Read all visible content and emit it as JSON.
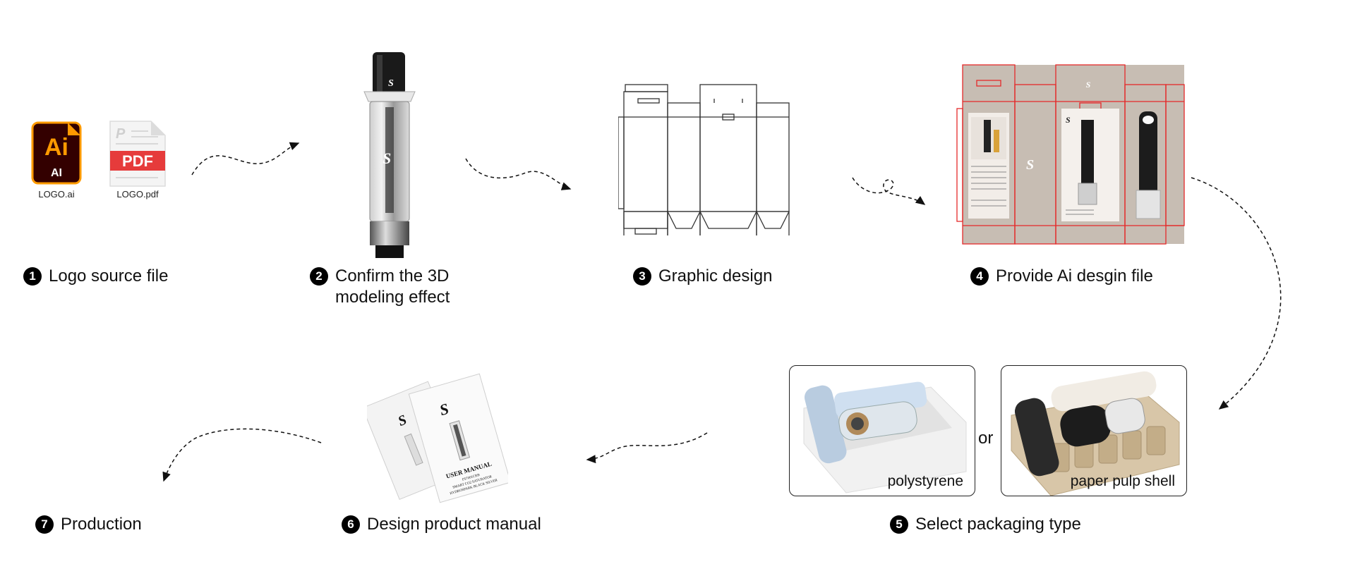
{
  "steps": [
    {
      "num": "1",
      "line1": "Logo source file",
      "line2": ""
    },
    {
      "num": "2",
      "line1": "Confirm the 3D",
      "line2": "modeling effect"
    },
    {
      "num": "3",
      "line1": "Graphic design",
      "line2": ""
    },
    {
      "num": "4",
      "line1": "Provide Ai desgin file",
      "line2": ""
    },
    {
      "num": "5",
      "line1": "Select packaging type",
      "line2": ""
    },
    {
      "num": "6",
      "line1": "Design product manual",
      "line2": ""
    },
    {
      "num": "7",
      "line1": "Production",
      "line2": ""
    }
  ],
  "files": {
    "ai": {
      "icon_text": "Ai",
      "badge": "AI",
      "caption": "LOGO.ai"
    },
    "pdf": {
      "icon_text": "PDF",
      "caption": "LOGO.pdf"
    }
  },
  "packaging": {
    "option1": "polystyrene",
    "separator": "or",
    "option2": "paper pulp shell"
  },
  "manual": {
    "title": "USER MANUAL",
    "subtitle1": "FS7001CRB",
    "subtitle2": "SMART CO2 SATURATOR",
    "subtitle3": "HYDROSPARK BLACK SILVER"
  },
  "colors": {
    "ai_bg": "#330000",
    "ai_accent": "#ff9a00",
    "pdf_red": "#e63b3b",
    "dieline_red": "#e52a2a",
    "box_kraft": "#c7bdb3"
  }
}
